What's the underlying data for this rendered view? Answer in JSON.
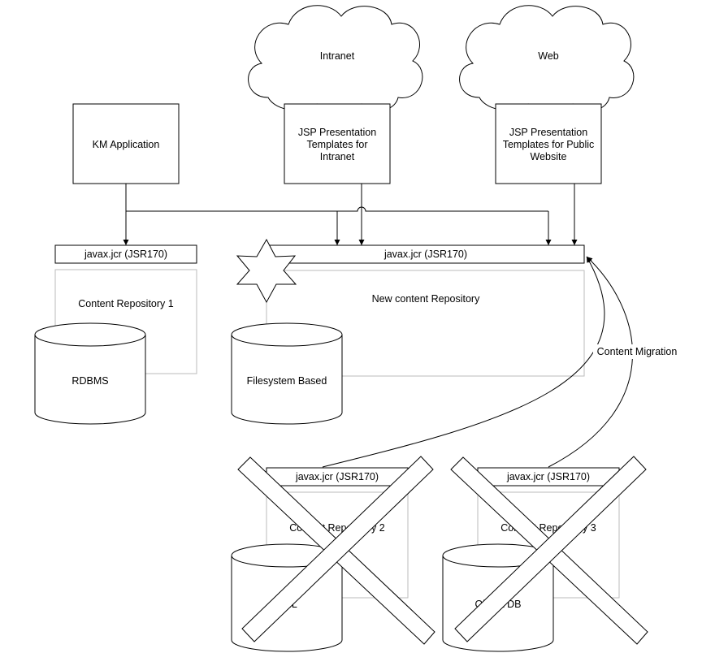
{
  "clouds": {
    "intranet": "Intranet",
    "web": "Web"
  },
  "boxes": {
    "km_application": "KM Application",
    "jsp_intranet": [
      "JSP Presentation",
      "Templates for",
      "Intranet"
    ],
    "jsp_public": [
      "JSP Presentation",
      "Templates for Public",
      "Website"
    ]
  },
  "repositories": {
    "repo1": {
      "api": "javax.jcr (JSR170)",
      "name": "Content Repository 1",
      "storage": "RDBMS"
    },
    "new_repo": {
      "api": "javax.jcr (JSR170)",
      "name": "New content Repository",
      "storage": "Filesystem Based"
    },
    "repo2": {
      "api": "javax.jcr (JSR170)",
      "name": "Content Repository 2",
      "storage": "XML",
      "deprecated": true
    },
    "repo3": {
      "api": "javax.jcr (JSR170)",
      "name": "Content Repository 3",
      "storage": "Object DB",
      "deprecated": true
    }
  },
  "edges": {
    "migration_label": "Content Migration"
  },
  "colors": {
    "stroke": "#000000",
    "fill": "#ffffff",
    "repo_border": "#bbbbbb"
  }
}
